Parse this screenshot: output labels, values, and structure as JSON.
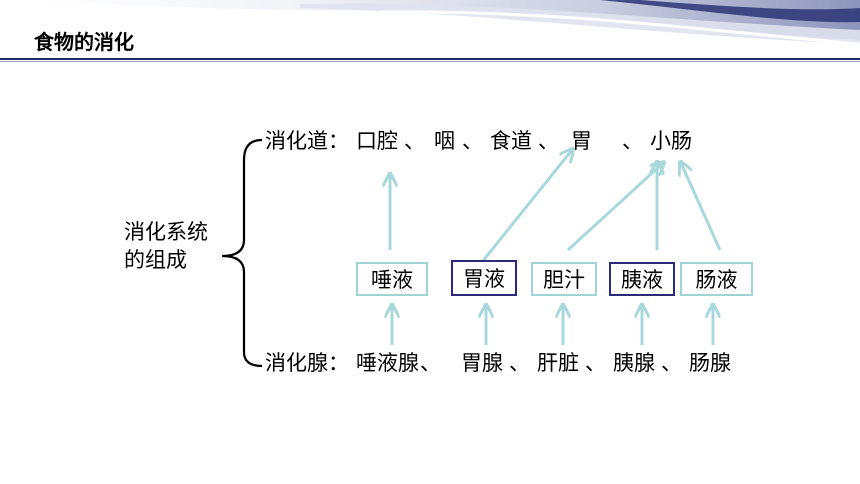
{
  "title": "食物的消化",
  "system_label": {
    "line1": "消化系统",
    "line2": "的组成"
  },
  "tract": {
    "label": "消化道",
    "colon": "：",
    "organs": [
      "口腔",
      "、",
      "咽",
      "、",
      "食道",
      "、",
      "胃",
      "、",
      "小肠"
    ]
  },
  "glands": {
    "label": "消化腺",
    "colon": "：",
    "items": [
      "唾液腺",
      "、",
      "胃腺",
      "、",
      "肝脏",
      "、",
      "胰腺",
      "、",
      "肠腺"
    ]
  },
  "juices": [
    {
      "label": "唾液",
      "border": "light"
    },
    {
      "label": "胃液",
      "border": "dark"
    },
    {
      "label": "胆汁",
      "border": "light"
    },
    {
      "label": "胰液",
      "border": "dark"
    },
    {
      "label": "肠液",
      "border": "light"
    }
  ],
  "colors": {
    "arrow": "#a9d8dc",
    "dark_border": "#2a2a7a",
    "light_border": "#9fd3d6",
    "header_dark": "#1f2a6b"
  }
}
